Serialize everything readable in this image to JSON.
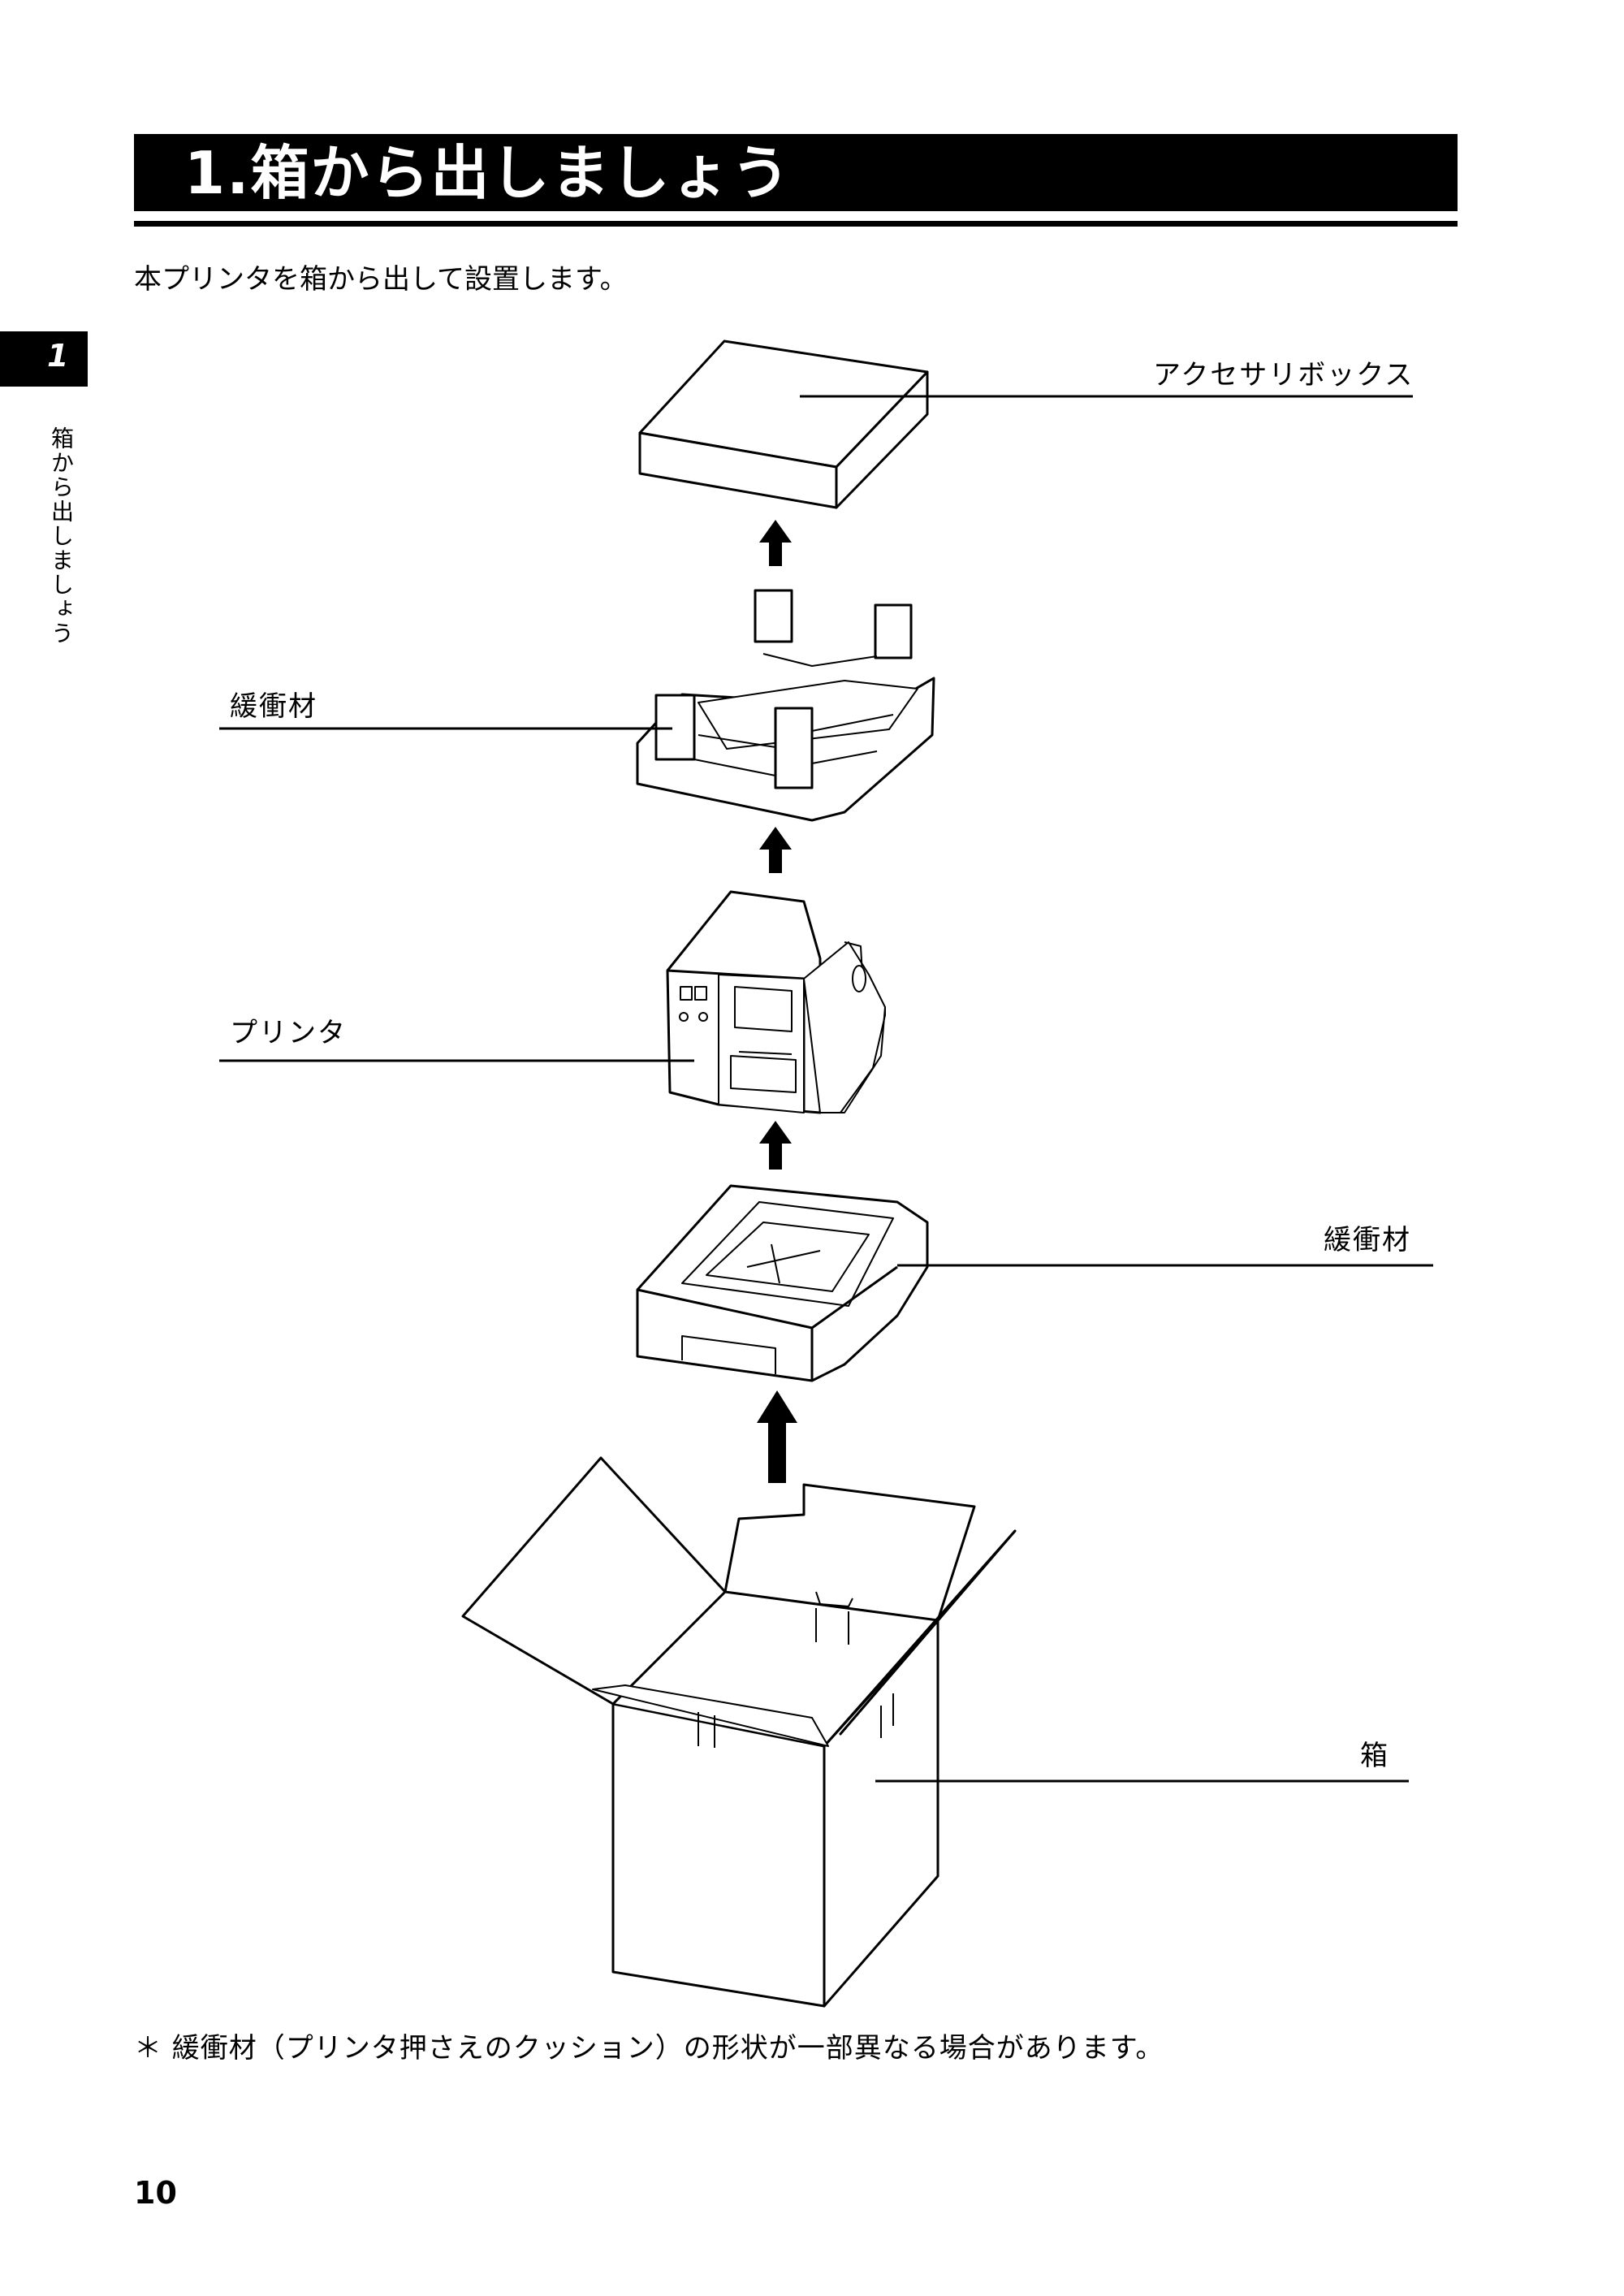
{
  "header": {
    "title": "1.箱から出しましょう"
  },
  "intro": "本プリンタを箱から出して設置します。",
  "side_tab": {
    "chapter": "1",
    "caption": "箱から出しましょう"
  },
  "labels": {
    "accessory_box": "アクセサリボックス",
    "cushion_top": "緩衝材",
    "printer": "プリンタ",
    "cushion_bottom": "緩衝材",
    "box": "箱"
  },
  "note": "＊ 緩衝材（プリンタ押さえのクッション）の形状が一部異なる場合があります。",
  "page_number": "10"
}
